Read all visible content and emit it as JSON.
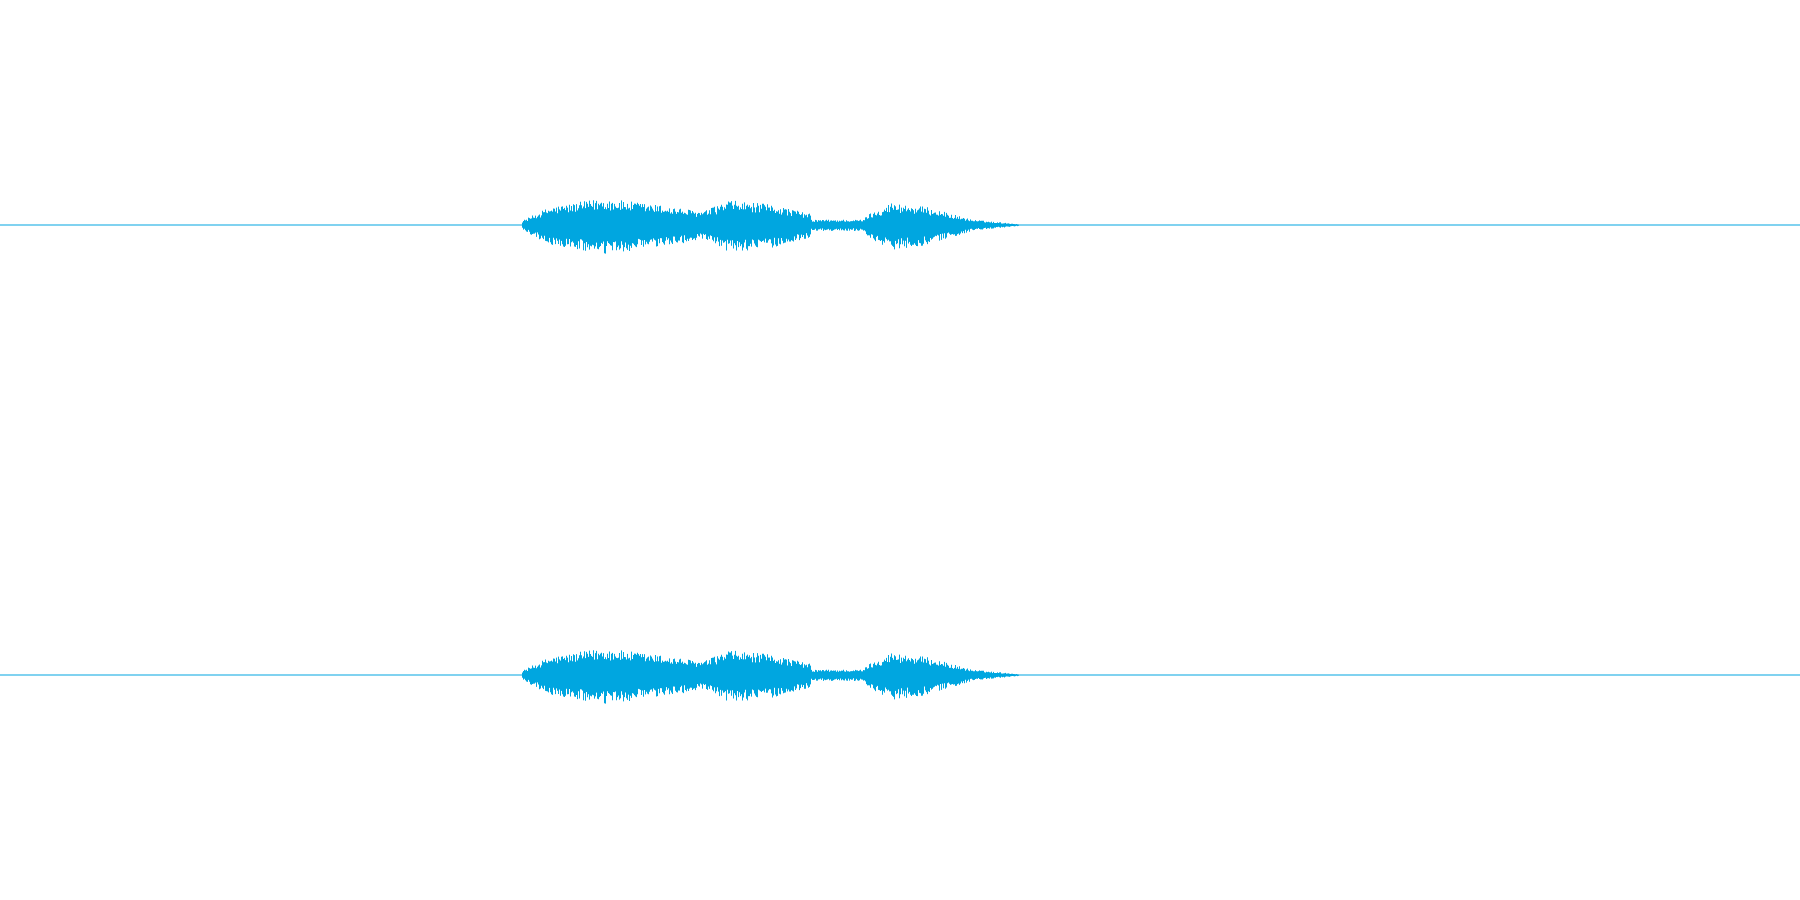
{
  "colors": {
    "background": "#ffffff",
    "waveform": "#00a6e0"
  },
  "chart_data": {
    "type": "line",
    "title": "",
    "xlabel": "",
    "ylabel": "",
    "grid": false,
    "legend": "none",
    "xlim": [
      0,
      1
    ],
    "ylim": [
      -1,
      1
    ],
    "channels": [
      {
        "segments": [
          {
            "start": 0.29,
            "end": 0.305,
            "amp_start": 0.1,
            "amp_end": 0.4
          },
          {
            "start": 0.305,
            "end": 0.335,
            "amp_start": 0.4,
            "amp_end": 0.6
          },
          {
            "start": 0.335,
            "end": 0.365,
            "amp_start": 0.6,
            "amp_end": 0.45
          },
          {
            "start": 0.365,
            "end": 0.39,
            "amp_start": 0.45,
            "amp_end": 0.3
          },
          {
            "start": 0.39,
            "end": 0.405,
            "amp_start": 0.3,
            "amp_end": 0.55
          },
          {
            "start": 0.405,
            "end": 0.43,
            "amp_start": 0.55,
            "amp_end": 0.45
          },
          {
            "start": 0.43,
            "end": 0.45,
            "amp_start": 0.45,
            "amp_end": 0.25
          },
          {
            "start": 0.45,
            "end": 0.48,
            "amp_start": 0.12,
            "amp_end": 0.12
          },
          {
            "start": 0.48,
            "end": 0.495,
            "amp_start": 0.2,
            "amp_end": 0.5
          },
          {
            "start": 0.495,
            "end": 0.515,
            "amp_start": 0.5,
            "amp_end": 0.4
          },
          {
            "start": 0.515,
            "end": 0.54,
            "amp_start": 0.4,
            "amp_end": 0.12
          },
          {
            "start": 0.54,
            "end": 0.566,
            "amp_start": 0.12,
            "amp_end": 0.02
          }
        ]
      },
      {
        "segments": [
          {
            "start": 0.29,
            "end": 0.305,
            "amp_start": 0.1,
            "amp_end": 0.4
          },
          {
            "start": 0.305,
            "end": 0.335,
            "amp_start": 0.4,
            "amp_end": 0.6
          },
          {
            "start": 0.335,
            "end": 0.365,
            "amp_start": 0.6,
            "amp_end": 0.45
          },
          {
            "start": 0.365,
            "end": 0.39,
            "amp_start": 0.45,
            "amp_end": 0.3
          },
          {
            "start": 0.39,
            "end": 0.405,
            "amp_start": 0.3,
            "amp_end": 0.55
          },
          {
            "start": 0.405,
            "end": 0.43,
            "amp_start": 0.55,
            "amp_end": 0.45
          },
          {
            "start": 0.43,
            "end": 0.45,
            "amp_start": 0.45,
            "amp_end": 0.25
          },
          {
            "start": 0.45,
            "end": 0.48,
            "amp_start": 0.12,
            "amp_end": 0.12
          },
          {
            "start": 0.48,
            "end": 0.495,
            "amp_start": 0.2,
            "amp_end": 0.5
          },
          {
            "start": 0.495,
            "end": 0.515,
            "amp_start": 0.5,
            "amp_end": 0.4
          },
          {
            "start": 0.515,
            "end": 0.54,
            "amp_start": 0.4,
            "amp_end": 0.12
          },
          {
            "start": 0.54,
            "end": 0.566,
            "amp_start": 0.12,
            "amp_end": 0.02
          }
        ]
      }
    ]
  }
}
